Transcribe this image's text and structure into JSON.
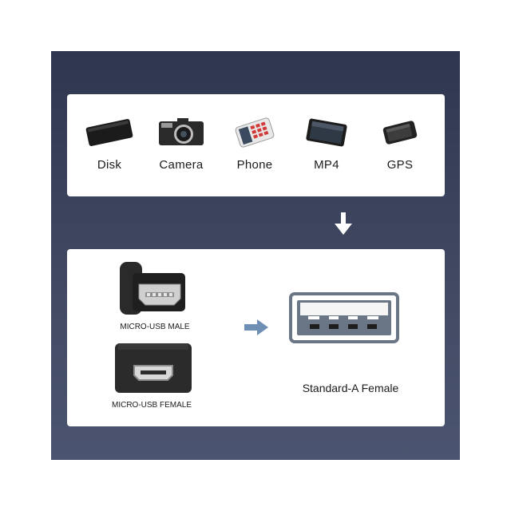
{
  "devices": [
    {
      "label": "Disk",
      "icon": "disk-icon"
    },
    {
      "label": "Camera",
      "icon": "camera-icon"
    },
    {
      "label": "Phone",
      "icon": "phone-icon"
    },
    {
      "label": "MP4",
      "icon": "mp4-player-icon"
    },
    {
      "label": "GPS",
      "icon": "gps-icon"
    }
  ],
  "connectors": {
    "male_label": "MICRO-USB MALE",
    "female_label": "MICRO-USB FEMALE",
    "target_label": "Standard-A Female"
  },
  "colors": {
    "background_dark": "#2f3650",
    "arrow_blue": "#6f8fb4",
    "card": "#ffffff"
  }
}
